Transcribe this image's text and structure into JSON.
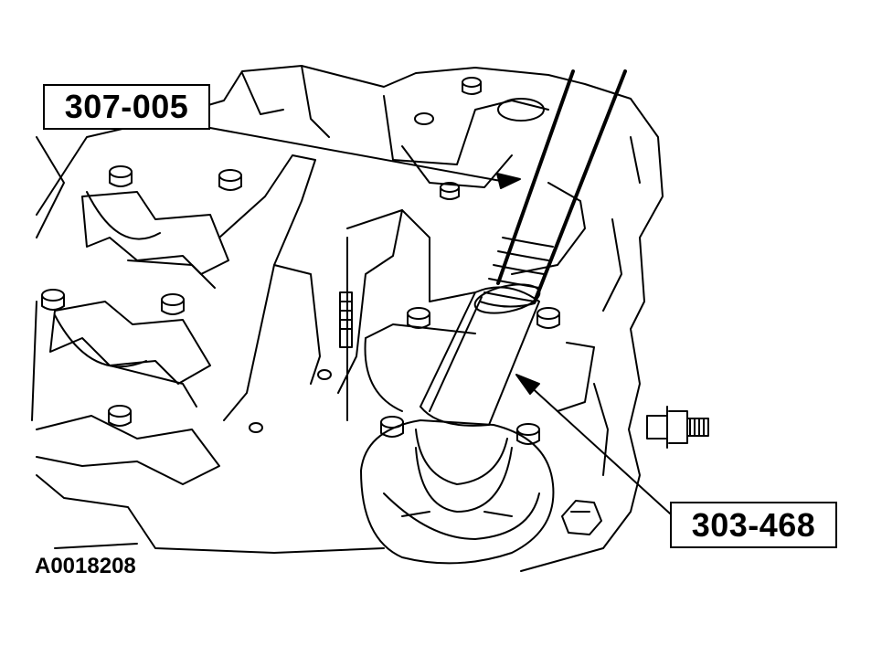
{
  "callouts": {
    "tool_top_label": "307-005",
    "tool_bottom_label": "303-468"
  },
  "figure_id": "A0018208",
  "colors": {
    "line": "#000000",
    "background": "#ffffff"
  }
}
